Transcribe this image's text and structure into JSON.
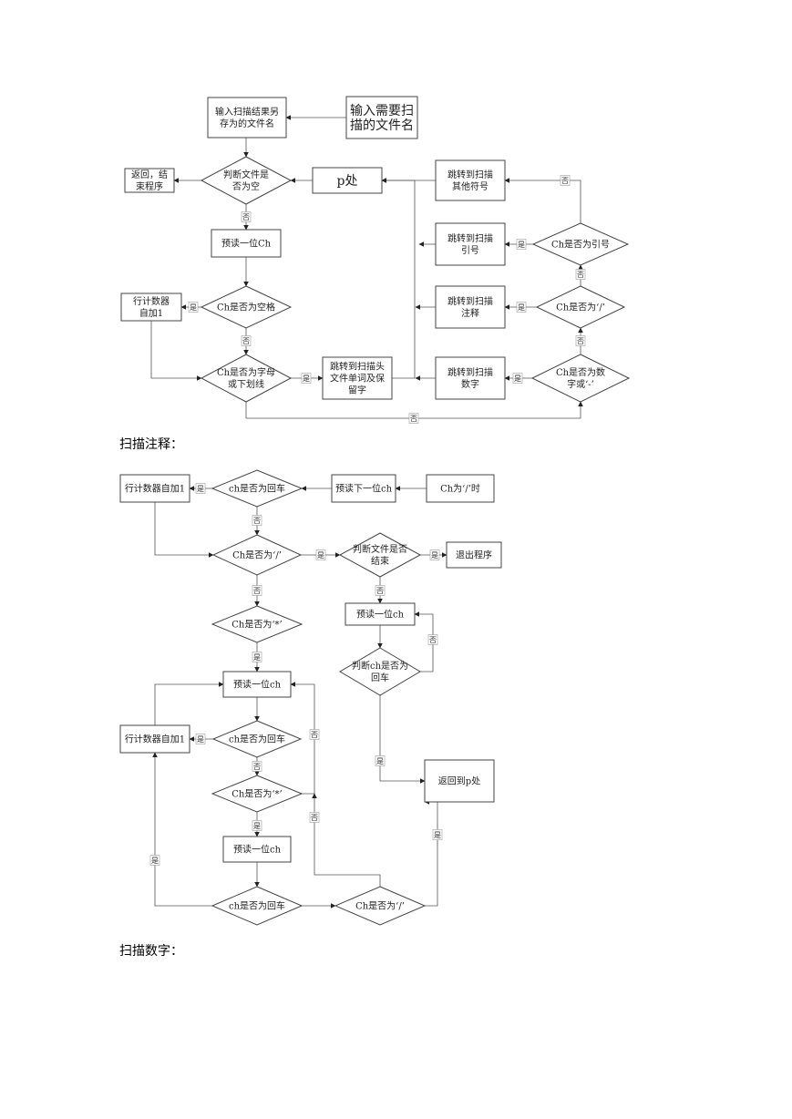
{
  "diagram1": {
    "nodes": {
      "input_save": [
        "输入扫描结果另",
        "存为的文件名"
      ],
      "input_scan": [
        "输入需要扫",
        "描的文件名"
      ],
      "return_end": [
        "返回，结",
        "束程序"
      ],
      "file_empty": [
        "判断文件是",
        "否为空"
      ],
      "p_place": [
        "p处"
      ],
      "jump_other": [
        "跳转到扫描",
        "其他符号"
      ],
      "preread": [
        "预读一位Ch"
      ],
      "jump_quote": [
        "跳转到扫描",
        "引号"
      ],
      "is_quote": [
        "Ch是否为引号"
      ],
      "line_counter": [
        "行计数器",
        "自加1"
      ],
      "is_space": [
        "Ch是否为空格"
      ],
      "jump_comment": [
        "跳转到扫描",
        "注释"
      ],
      "is_slash": [
        "Ch是否为‘/’"
      ],
      "is_letter": [
        "Ch是否为字母",
        "或下划线"
      ],
      "jump_head": [
        "跳转到扫描头",
        "文件单词及保",
        "留字"
      ],
      "jump_digit": [
        "跳转到扫描",
        "数字"
      ],
      "is_digit": [
        "Ch是否为数",
        "字或‘-’"
      ]
    },
    "labels": {
      "yes": "是",
      "no": "否"
    }
  },
  "heading_comment": "扫描注释：",
  "diagram2": {
    "nodes": {
      "ch_slash_time": [
        "Ch为‘/’时"
      ],
      "preread_next": [
        "预读下一位ch"
      ],
      "is_return1": [
        "ch是否为回车"
      ],
      "counter1": [
        "行计数器自加1"
      ],
      "is_slash2": [
        "Ch是否为‘/’"
      ],
      "file_end": [
        "判断文件是否",
        "结束"
      ],
      "exit_prog": [
        "退出程序"
      ],
      "preread_r": [
        "预读一位ch"
      ],
      "is_star1": [
        "Ch是否为‘*’"
      ],
      "is_return_r": [
        "判断ch是否为",
        "回车"
      ],
      "preread_m": [
        "预读一位ch"
      ],
      "counter2": [
        "行计数器自加1"
      ],
      "is_return2": [
        "ch是否为回车"
      ],
      "return_p": [
        "返回到p处"
      ],
      "is_star2": [
        "Ch是否为‘*’"
      ],
      "preread_m2": [
        "预读一位ch"
      ],
      "is_return3": [
        "ch是否为回车"
      ],
      "is_slash3": [
        "Ch是否为‘/’"
      ]
    },
    "labels": {
      "yes": "是",
      "no": "否"
    }
  },
  "heading_digit": "扫描数字："
}
